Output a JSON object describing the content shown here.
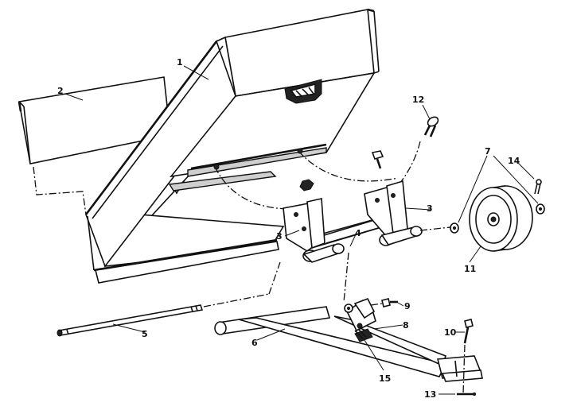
{
  "callouts": {
    "dump_box": "1",
    "end_gate": "2",
    "axle_bracket_left": "3",
    "axle_bracket_right": "3",
    "axle": "4",
    "pivot_rod": "5",
    "tongue": "6",
    "wheel_washer": "7",
    "latch": "8",
    "latch_bolt": "9",
    "hitch_bolt": "10",
    "wheel": "11",
    "bracket_bolt": "12",
    "hitch_pin": "13",
    "cotter_pin": "14",
    "latch_spring": "15"
  }
}
